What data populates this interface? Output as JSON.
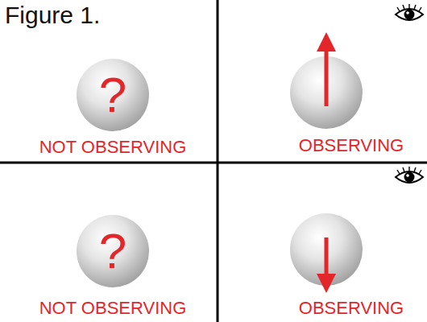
{
  "diagram": {
    "title": "Figure 1.",
    "nodes": [
      {
        "text": [
          "?"
        ]
      },
      {
        "text": [
          "?"
        ]
      }
    ],
    "labels": [
      "NOT OBSERVING",
      "OBSERVING",
      "NOT OBSERVING",
      "OBSERVING"
    ]
  }
}
